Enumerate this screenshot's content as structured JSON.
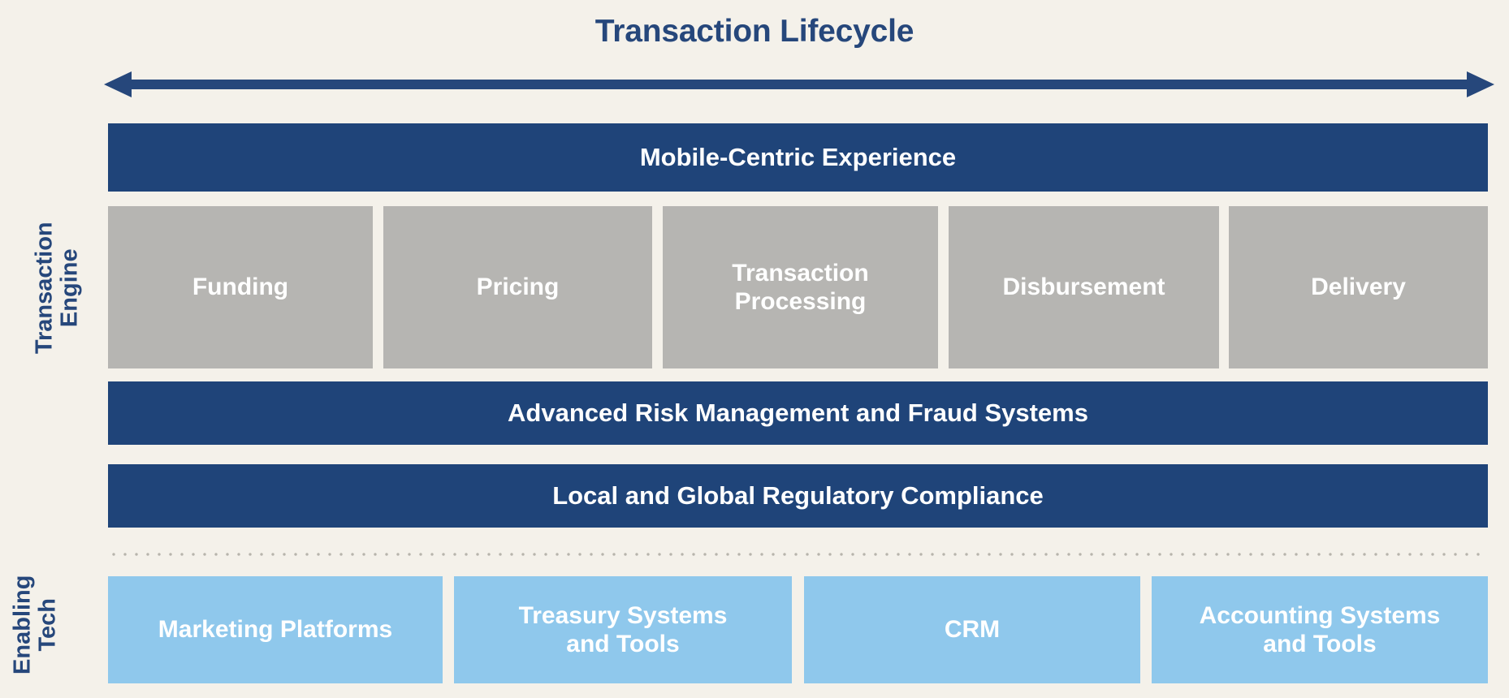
{
  "diagram": {
    "title": "Transaction Lifecycle",
    "background_color": "#F4F1EA",
    "colors": {
      "navy": "#1F4479",
      "title_navy": "#26477B",
      "gray": "#B6B5B2",
      "light_blue": "#8FC8EC",
      "text_white": "#FFFFFF",
      "dotted_divider": "#B7B4AC"
    },
    "arrow": {
      "name": "lifecycle-double-arrow",
      "direction": "bidirectional",
      "color": "#26477B"
    },
    "bands": [
      {
        "label": "Transaction\nEngine",
        "orientation": "vertical"
      },
      {
        "label": "Enabling\nTech",
        "orientation": "vertical"
      }
    ],
    "layers": {
      "experience": {
        "label": "Mobile-Centric Experience",
        "style": "navy"
      },
      "risk": {
        "label": "Advanced Risk Management and Fraud Systems",
        "style": "navy"
      },
      "compliance": {
        "label": "Local and Global Regulatory Compliance",
        "style": "navy"
      }
    },
    "stages": [
      {
        "label": "Funding",
        "style": "gray"
      },
      {
        "label": "Pricing",
        "style": "gray"
      },
      {
        "label": "Transaction\nProcessing",
        "style": "gray"
      },
      {
        "label": "Disbursement",
        "style": "gray"
      },
      {
        "label": "Delivery",
        "style": "gray"
      }
    ],
    "enabling_tech": [
      {
        "label": "Marketing Platforms",
        "style": "light-blue"
      },
      {
        "label": "Treasury Systems\nand Tools",
        "style": "light-blue"
      },
      {
        "label": "CRM",
        "style": "light-blue"
      },
      {
        "label": "Accounting Systems\nand Tools",
        "style": "light-blue"
      }
    ]
  }
}
